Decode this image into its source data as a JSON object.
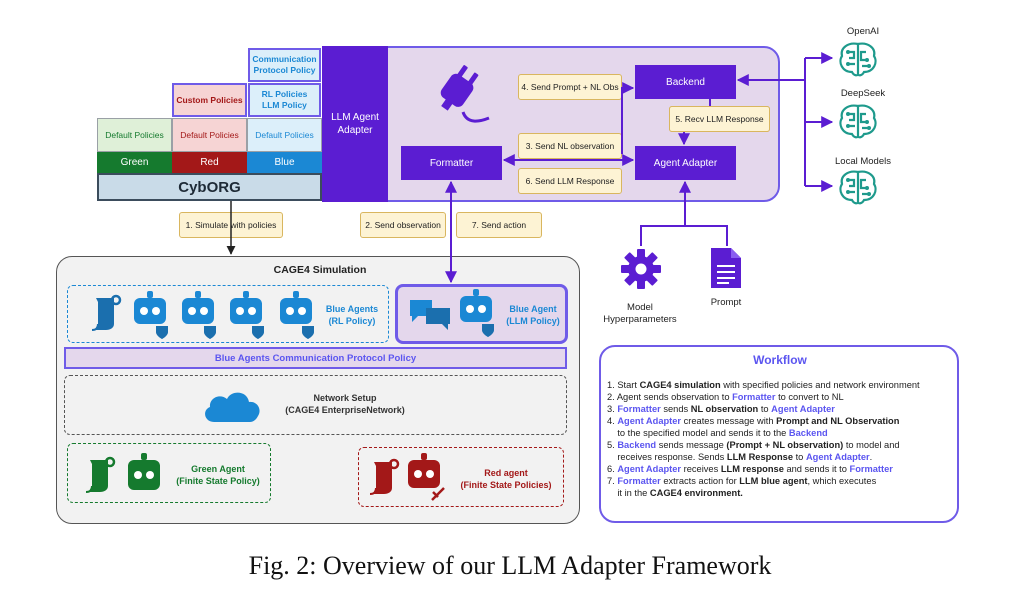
{
  "caption": "Fig. 2: Overview of our LLM Adapter Framework",
  "colors": {
    "purple_dark": "#5b1dd2",
    "purple_border": "#6f5be8",
    "lavender": "#e4d7ec",
    "note_fill": "#fdf3d4",
    "green": "#157a2e",
    "red": "#a31818",
    "blue": "#1b88d4"
  },
  "cyborg": {
    "title": "CybORG",
    "teams": [
      "Green",
      "Red",
      "Blue"
    ],
    "default_policies": [
      "Default Policies",
      "Default Policies",
      "Default Policies"
    ],
    "custom_policies": "Custom Policies",
    "rl_policies": "RL Policies\nLLM Policy",
    "comm_policy": "Communication\nProtocol Policy"
  },
  "adapter": {
    "title": "LLM Agent\nAdapter",
    "formatter": "Formatter",
    "backend": "Backend",
    "agent_adapter": "Agent Adapter",
    "plug_icon": "plug-icon"
  },
  "steps": {
    "s1": "1. Simulate with policies",
    "s2": "2. Send observation",
    "s3": "3. Send NL observation",
    "s4": "4. Send Prompt + NL Obs",
    "s5": "5. Recv LLM Response",
    "s6": "6. Send LLM Response",
    "s7": "7. Send action"
  },
  "models": {
    "items": [
      "OpenAI",
      "DeepSeek",
      "Local Models"
    ],
    "icon": "neural-network-icon"
  },
  "inputs": {
    "hyper": "Model\nHyperparameters",
    "prompt": "Prompt"
  },
  "simulation": {
    "title": "CAGE4 Simulation",
    "blue_rl": "Blue Agents\n(RL Policy)",
    "blue_llm": "Blue Agent\n(LLM Policy)",
    "comm_bar": "Blue Agents Communication Protocol Policy",
    "network": "Network Setup\n(CAGE4 EnterpriseNetwork)",
    "green_agent": "Green Agent\n(Finite State Policy)",
    "red_agent": "Red agent\n(Finite State Policies)"
  },
  "workflow": {
    "title": "Workflow",
    "lines": [
      [
        {
          "t": "1. Start "
        },
        {
          "t": "CAGE4 simulation",
          "b": 1
        },
        {
          "t": " with specified policies and network environment"
        }
      ],
      [
        {
          "t": "2. Agent sends observation to "
        },
        {
          "t": "Formatter",
          "h": 1
        },
        {
          "t": " to convert to NL"
        }
      ],
      [
        {
          "t": "3. "
        },
        {
          "t": "Formatter",
          "h": 1
        },
        {
          "t": " sends "
        },
        {
          "t": "NL observation",
          "b": 1
        },
        {
          "t": " to "
        },
        {
          "t": "Agent Adapter",
          "h": 1
        }
      ],
      [
        {
          "t": "4. "
        },
        {
          "t": "Agent Adapter",
          "h": 1
        },
        {
          "t": " creates message with "
        },
        {
          "t": "Prompt and NL Observation",
          "b": 1
        }
      ],
      [
        {
          "t": "    to the specified model and sends it to the "
        },
        {
          "t": "Backend",
          "h": 1
        }
      ],
      [
        {
          "t": "5. "
        },
        {
          "t": "Backend",
          "h": 1
        },
        {
          "t": " sends message "
        },
        {
          "t": "(Prompt + NL observation)",
          "b": 1
        },
        {
          "t": " to model and"
        }
      ],
      [
        {
          "t": "    receives response. Sends "
        },
        {
          "t": "LLM Response",
          "b": 1
        },
        {
          "t": " to "
        },
        {
          "t": "Agent Adapter",
          "h": 1
        },
        {
          "t": "."
        }
      ],
      [
        {
          "t": "6. "
        },
        {
          "t": "Agent Adapter",
          "h": 1
        },
        {
          "t": " receives "
        },
        {
          "t": "LLM response",
          "b": 1
        },
        {
          "t": " and sends it to "
        },
        {
          "t": "Formatter",
          "h": 1
        }
      ],
      [
        {
          "t": "7. "
        },
        {
          "t": "Formatter",
          "h": 1
        },
        {
          "t": " extracts action for "
        },
        {
          "t": "LLM blue agent",
          "b": 1
        },
        {
          "t": ", which executes"
        }
      ],
      [
        {
          "t": "    it in the "
        },
        {
          "t": "CAGE4 environment.",
          "b": 1
        }
      ]
    ]
  }
}
